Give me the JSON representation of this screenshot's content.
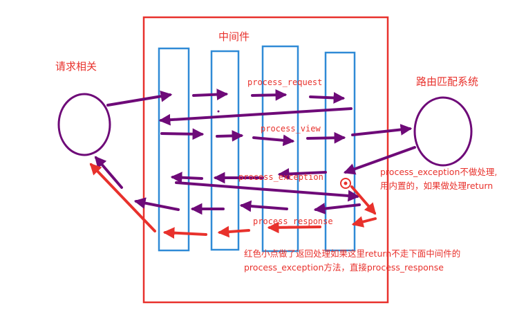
{
  "labels": {
    "middleware": "中间件",
    "request": "请求相关",
    "router": "路由匹配系统",
    "process_request": "process_request",
    "process_view": "process_view",
    "process_exception": "process_exception",
    "process_response": "process_response"
  },
  "notes": {
    "exception_line1": "process_exception不做处理,",
    "exception_line2": "用内置的，如果做处理return",
    "red_dot_line1": "红色小点做了返回处理如果这里return不走下面中间件的",
    "red_dot_line2": "process_exception方法，直接process_response"
  },
  "colors": {
    "frame": "#e8312c",
    "column": "#2f8ad6",
    "arrow_purple": "#6e0a78",
    "arrow_red": "#e8312c",
    "text": "#e8312c"
  }
}
